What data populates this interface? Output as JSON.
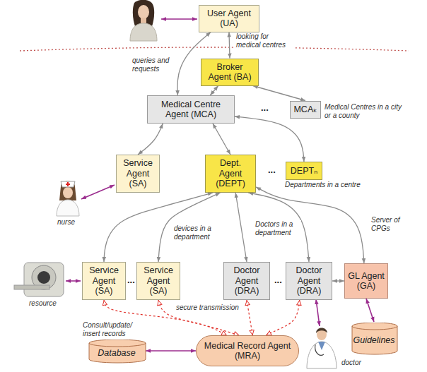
{
  "diagram": {
    "nodes": [
      {
        "text": [
          "User Agent (UA)"
        ]
      },
      {
        "text": [
          "Broker Agent (BA)"
        ]
      },
      {
        "text": [
          "Medical Centre Agent (MCA)"
        ]
      },
      {
        "text": [
          "MCAₖ"
        ]
      },
      {
        "text": [
          "Service Agent (SA)"
        ]
      },
      {
        "text": [
          "Dept. Agent (DEPT)"
        ]
      },
      {
        "text": [
          "DEPTₙ"
        ]
      },
      {
        "text": [
          "Service Agent (SA)"
        ]
      },
      {
        "text": [
          "Service Agent (SA)"
        ]
      },
      {
        "text": [
          "Doctor Agent (DRA)"
        ]
      },
      {
        "text": [
          "Doctor Agent (DRA)"
        ]
      },
      {
        "text": [
          "GL Agent (GA)"
        ]
      },
      {
        "text": [
          "Medical Record Agent (MRA)"
        ]
      },
      {
        "text": [
          "Database"
        ]
      },
      {
        "text": [
          "Guidelines"
        ]
      }
    ],
    "edges": [
      {
        "from": 0,
        "to": 1,
        "arrow": "both",
        "label": "looking for medical centres"
      },
      {
        "from": 0,
        "to": 2,
        "arrow": "both",
        "label": "queries and requests"
      },
      {
        "from": 1,
        "to": 2,
        "arrow": "both"
      },
      {
        "from": 1,
        "to": 3,
        "arrow": "both"
      },
      {
        "from": 2,
        "to": 4,
        "arrow": "both"
      },
      {
        "from": 2,
        "to": 5,
        "arrow": "both"
      },
      {
        "from": 2,
        "to": 6,
        "arrow": "both"
      },
      {
        "from": 5,
        "to": 7,
        "arrow": "both"
      },
      {
        "from": 5,
        "to": 8,
        "arrow": "both"
      },
      {
        "from": 5,
        "to": 9,
        "arrow": "both"
      },
      {
        "from": 5,
        "to": 10,
        "arrow": "both"
      },
      {
        "from": 5,
        "to": 11,
        "arrow": "both"
      },
      {
        "from": 10,
        "to": 11,
        "arrow": "both"
      },
      {
        "from": 7,
        "to": 12,
        "arrow": "both"
      },
      {
        "from": 8,
        "to": 12,
        "arrow": "both"
      },
      {
        "from": 9,
        "to": 12,
        "arrow": "both"
      },
      {
        "from": 10,
        "to": 12,
        "arrow": "both"
      },
      {
        "from": 12,
        "to": 13,
        "arrow": "both",
        "label": "Consult/update/ insert records"
      },
      {
        "from": 11,
        "to": 14,
        "arrow": "both"
      }
    ],
    "labels": [
      "Medical Centres in a city or a county",
      "...",
      "nurse",
      "Departments in a centre",
      "...",
      "devices in a department",
      "Doctors in a department",
      "Server of CPGs",
      "resource",
      "...",
      "...",
      "secure transmission",
      "doctor"
    ]
  }
}
